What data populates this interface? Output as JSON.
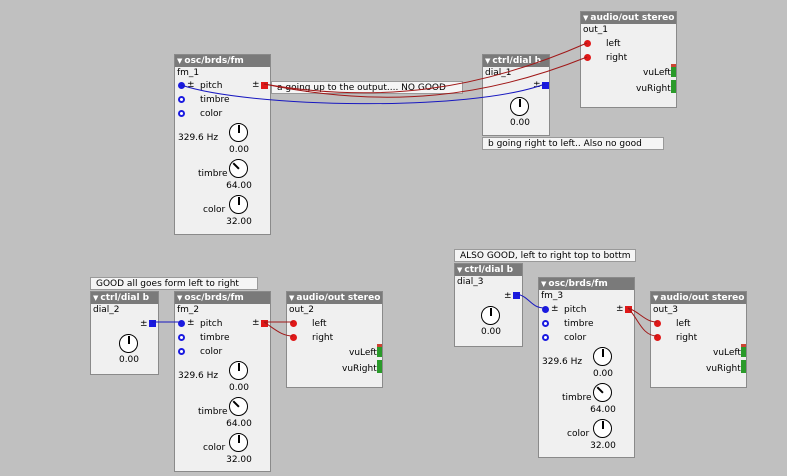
{
  "colors": {
    "canvas": "#c0c0c0",
    "object_bg": "#f0f0f0",
    "title_bar": "#7a7a7a",
    "inlet_blue": "#1a1ae0",
    "outlet_red": "#e01818",
    "wire_red": "#a01818",
    "wire_blue": "#1818c0",
    "vu_green": "#2a9a2a"
  },
  "comments": {
    "c1": "a going up to the output.... NO GOOD",
    "c2": "b going right to left.. Also no good",
    "c3": "GOOD all goes form left to right",
    "c4": "ALSO GOOD, left to right top to bottm"
  },
  "fm1": {
    "title": "osc/brds/fm",
    "name": "fm_1",
    "pitch": "pitch",
    "timbre": "timbre",
    "color": "color",
    "freq": "329.6 Hz",
    "v1": "0.00",
    "tlabel": "timbre",
    "v2": "64.00",
    "clabel": "color",
    "v3": "32.00",
    "pm": "±"
  },
  "dial1": {
    "title": "ctrl/dial b",
    "name": "dial_1",
    "value": "0.00",
    "pm": "±"
  },
  "out1": {
    "title": "audio/out stereo",
    "name": "out_1",
    "left": "left",
    "right": "right",
    "vuleft": "vuLeft",
    "vuright": "vuRight"
  },
  "dial2": {
    "title": "ctrl/dial b",
    "name": "dial_2",
    "value": "0.00",
    "pm": "±"
  },
  "fm2": {
    "title": "osc/brds/fm",
    "name": "fm_2",
    "pitch": "pitch",
    "timbre": "timbre",
    "color": "color",
    "freq": "329.6 Hz",
    "v1": "0.00",
    "tlabel": "timbre",
    "v2": "64.00",
    "clabel": "color",
    "v3": "32.00",
    "pm": "±"
  },
  "out2": {
    "title": "audio/out stereo",
    "name": "out_2",
    "left": "left",
    "right": "right",
    "vuleft": "vuLeft",
    "vuright": "vuRight"
  },
  "dial3": {
    "title": "ctrl/dial b",
    "name": "dial_3",
    "value": "0.00",
    "pm": "±"
  },
  "fm3": {
    "title": "osc/brds/fm",
    "name": "fm_3",
    "pitch": "pitch",
    "timbre": "timbre",
    "color": "color",
    "freq": "329.6 Hz",
    "v1": "0.00",
    "tlabel": "timbre",
    "v2": "64.00",
    "clabel": "color",
    "v3": "32.00",
    "pm": "±"
  },
  "out3": {
    "title": "audio/out stereo",
    "name": "out_3",
    "left": "left",
    "right": "right",
    "vuleft": "vuLeft",
    "vuright": "vuRight"
  }
}
